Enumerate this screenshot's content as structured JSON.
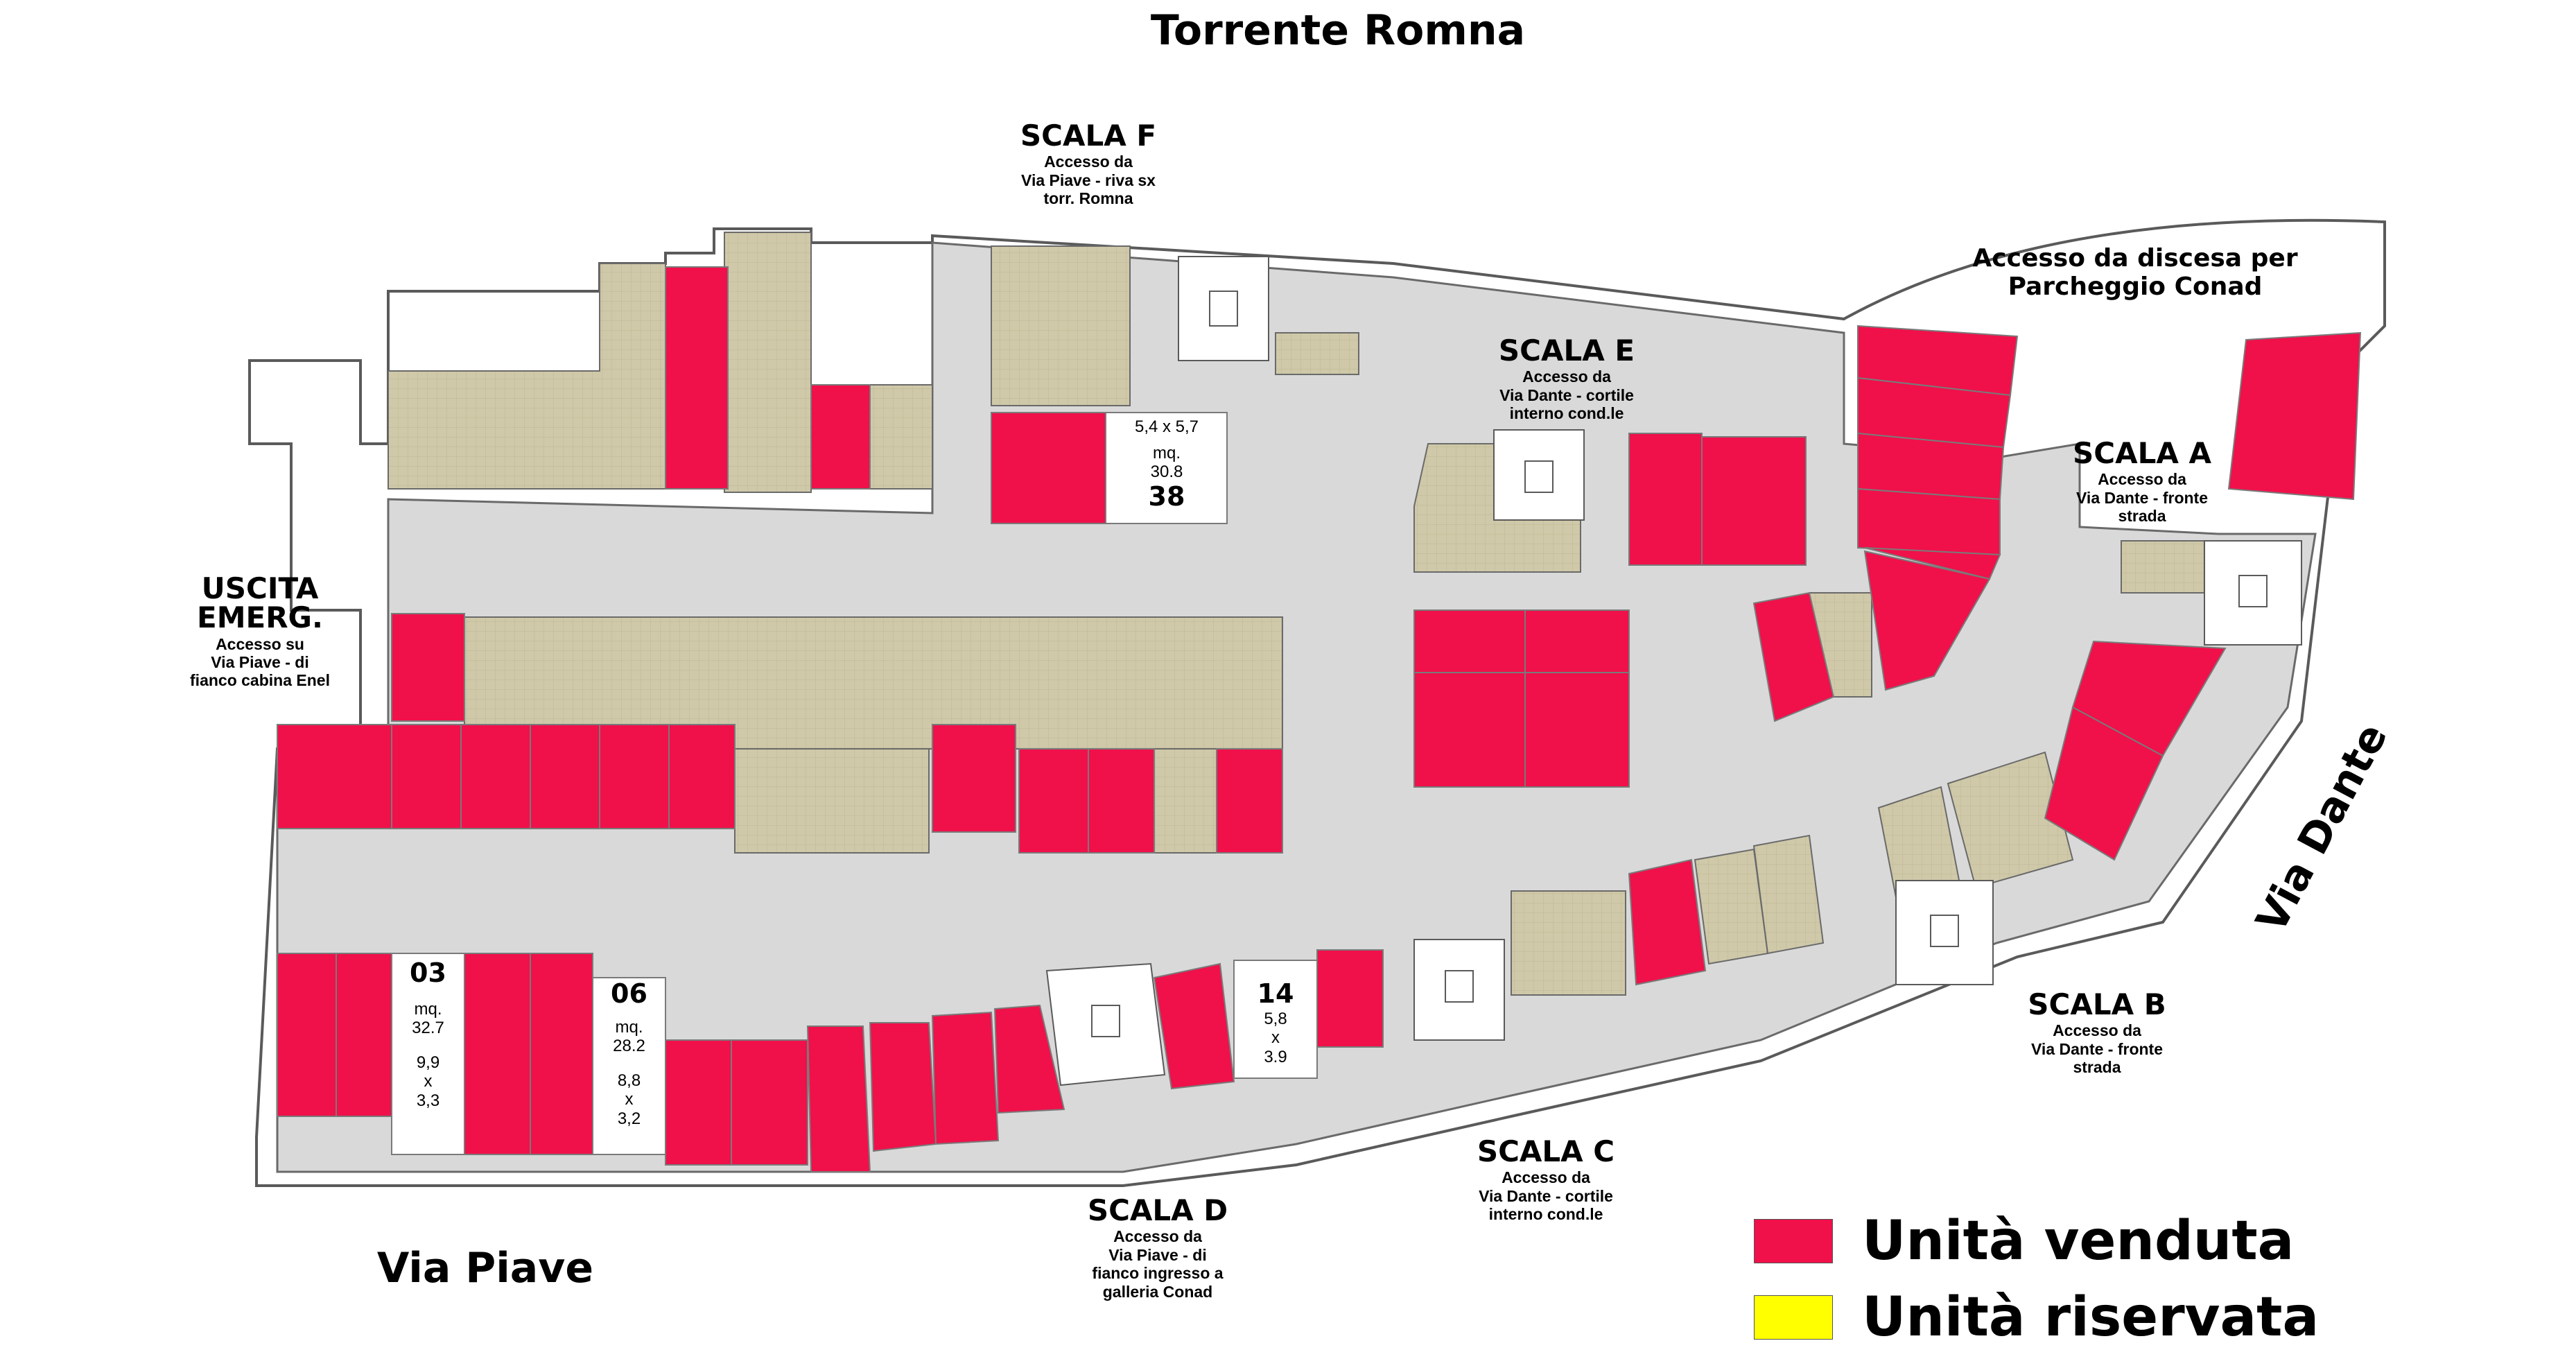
{
  "streets": {
    "top": "Torrente    Romna",
    "bottom_left": "Via Piave",
    "right": "Via Dante"
  },
  "accesses": {
    "scala_f": {
      "title": "SCALA F",
      "desc": [
        "Accesso da",
        "Via Piave - riva sx",
        "torr. Romna"
      ]
    },
    "scala_e": {
      "title": "SCALA E",
      "desc": [
        "Accesso da",
        "Via Dante -  cortile",
        "interno cond.le"
      ]
    },
    "scala_a": {
      "title": "SCALA A",
      "desc": [
        "Accesso da",
        "Via Dante -  fronte",
        "strada"
      ]
    },
    "scala_b": {
      "title": "SCALA B",
      "desc": [
        "Accesso da",
        "Via Dante -  fronte",
        "strada"
      ]
    },
    "scala_c": {
      "title": "SCALA C",
      "desc": [
        "Accesso da",
        "Via Dante -  cortile",
        "interno cond.le"
      ]
    },
    "scala_d": {
      "title": "SCALA D",
      "desc": [
        "Accesso da",
        "Via Piave - di",
        "fianco ingresso a",
        "galleria Conad"
      ]
    },
    "uscita": {
      "title": [
        "USCITA",
        "EMERG."
      ],
      "desc": [
        "Accesso su",
        "Via Piave - di",
        "fianco cabina Enel"
      ]
    },
    "parcheggio": {
      "title": [
        "Accesso da discesa per",
        "Parcheggio Conad"
      ]
    }
  },
  "units": {
    "u38": {
      "dims": "5,4 x 5,7",
      "area_label": "mq.",
      "area": "30.8",
      "number": "38"
    },
    "u03": {
      "number": "03",
      "area_label": "mq.",
      "area": "32.7",
      "dims": [
        "9,9",
        "x",
        "3,3"
      ]
    },
    "u06": {
      "number": "06",
      "area_label": "mq.",
      "area": "28.2",
      "dims": [
        "8,8",
        "x",
        "3,2"
      ]
    },
    "u14": {
      "number": "14",
      "dims": [
        "5,8",
        "x",
        "3.9"
      ]
    }
  },
  "legend": [
    {
      "label": "Unità venduta",
      "color": "#f0104a"
    },
    {
      "label": "Unità riservata",
      "color": "#ffff00"
    }
  ],
  "colors": {
    "sold": "#f0104a",
    "floor": "#d9d9d9",
    "tiled": "#cfc9a9",
    "outline": "#5a5a5a"
  }
}
